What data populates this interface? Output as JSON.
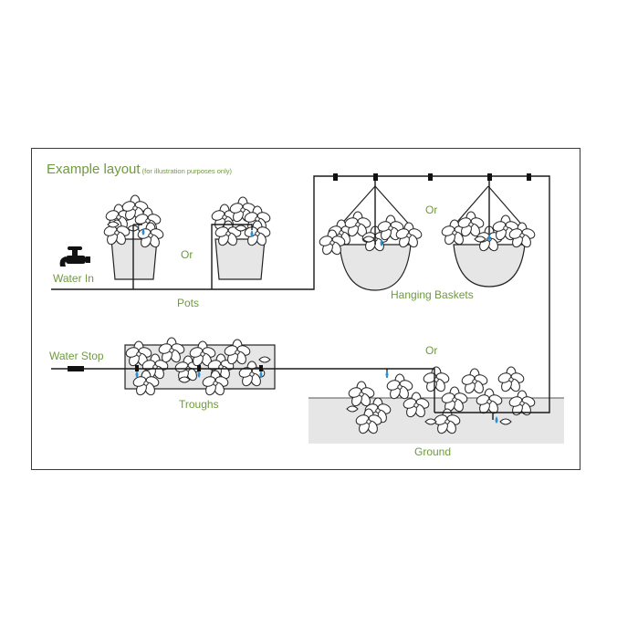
{
  "title": {
    "main": "Example layout",
    "sub": " (for illustration purposes only)"
  },
  "labels": {
    "water_in": "Water In",
    "pots": "Pots",
    "or_pots": "Or",
    "hanging_baskets": "Hanging Baskets",
    "or_baskets": "Or",
    "water_stop": "Water Stop",
    "troughs": "Troughs",
    "or_ground": "Or",
    "ground": "Ground"
  },
  "colors": {
    "label_green": "#6f9a3e",
    "pipe": "#1a1a1a",
    "container_fill": "#e6e6e6",
    "dripper_blue": "#2a8fd6"
  }
}
